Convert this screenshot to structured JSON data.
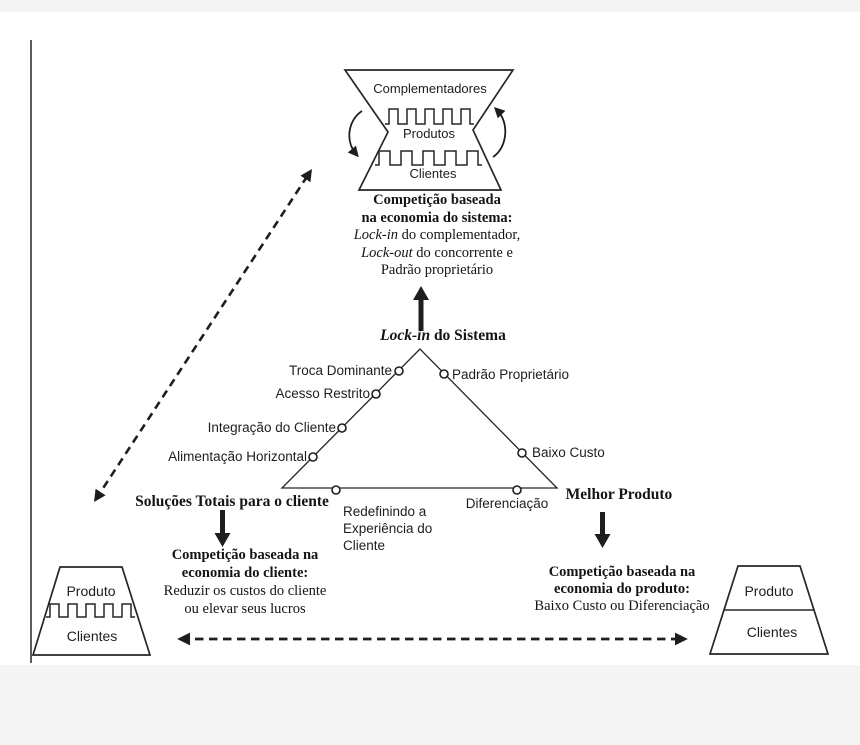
{
  "colors": {
    "ink": "#1e1e1e",
    "page_background": "#f4f4f5",
    "paper": "#ffffff"
  },
  "hourglass": {
    "top": "Complementadores",
    "middle": "Produtos",
    "bottom": "Clientes"
  },
  "system_note": {
    "bold1": "Competição baseada",
    "bold2": "na economia do sistema:",
    "line1_italic": "Lock-in",
    "line1_rest": " do complementador,",
    "line2_italic": "Lock-out",
    "line2_rest": " do concorrente e",
    "line3": "Padrão proprietário"
  },
  "apex_label": {
    "italic": "Lock-in",
    "rest": " do Sistema"
  },
  "triangle": {
    "left_labels": [
      "Troca Dominante",
      "Acesso Restrito",
      "Integração do Cliente",
      "Alimentação Horizontal"
    ],
    "right_labels": [
      "Padrão Proprietário",
      "Baixo Custo"
    ],
    "bottom_left_note": "Redefinindo a\nExperiência do\nCliente",
    "bottom_right_label": "Diferenciação"
  },
  "strategies": {
    "left": "Soluções Totais para o cliente",
    "right": "Melhor Produto"
  },
  "client_note": {
    "bold1": "Competição baseada na",
    "bold2": "economia do cliente:",
    "line1": "Reduzir os custos do cliente",
    "line2": "ou elevar seus lucros"
  },
  "product_note": {
    "bold1": "Competição baseada na",
    "bold2": "economia do produto:",
    "line1": "Baixo Custo ou Diferenciação"
  },
  "left_pyramid": {
    "top": "Produto",
    "bottom": "Clientes"
  },
  "right_pyramid": {
    "top": "Produto",
    "bottom": "Clientes"
  }
}
